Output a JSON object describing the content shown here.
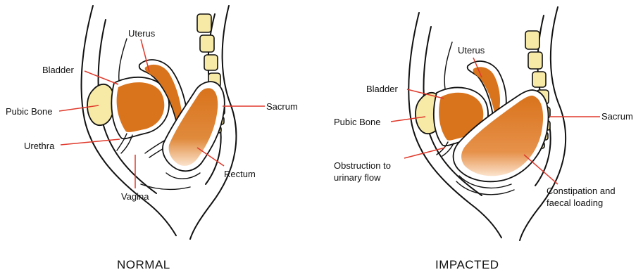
{
  "normal": {
    "caption": "NORMAL",
    "labels": {
      "uterus": "Uterus",
      "bladder": "Bladder",
      "pubic_bone": "Pubic Bone",
      "sacrum": "Sacrum",
      "urethra": "Urethra",
      "rectum": "Rectum",
      "vagina": "Vagina"
    }
  },
  "impacted": {
    "caption": "IMPACTED",
    "labels": {
      "uterus": "Uterus",
      "bladder": "Bladder",
      "pubic_bone": "Pubic Bone",
      "sacrum": "Sacrum",
      "obstruction_line1": "Obstruction to",
      "obstruction_line2": "urinary flow",
      "constipation_line1": "Constipation and",
      "constipation_line2": "faecal loading"
    }
  },
  "colors": {
    "organ_fill": "#d9731c",
    "organ_fill_light": "#fbe3cc",
    "bone_fill": "#f7e9a6",
    "leader_line": "#e0392b",
    "outline": "#111111"
  }
}
